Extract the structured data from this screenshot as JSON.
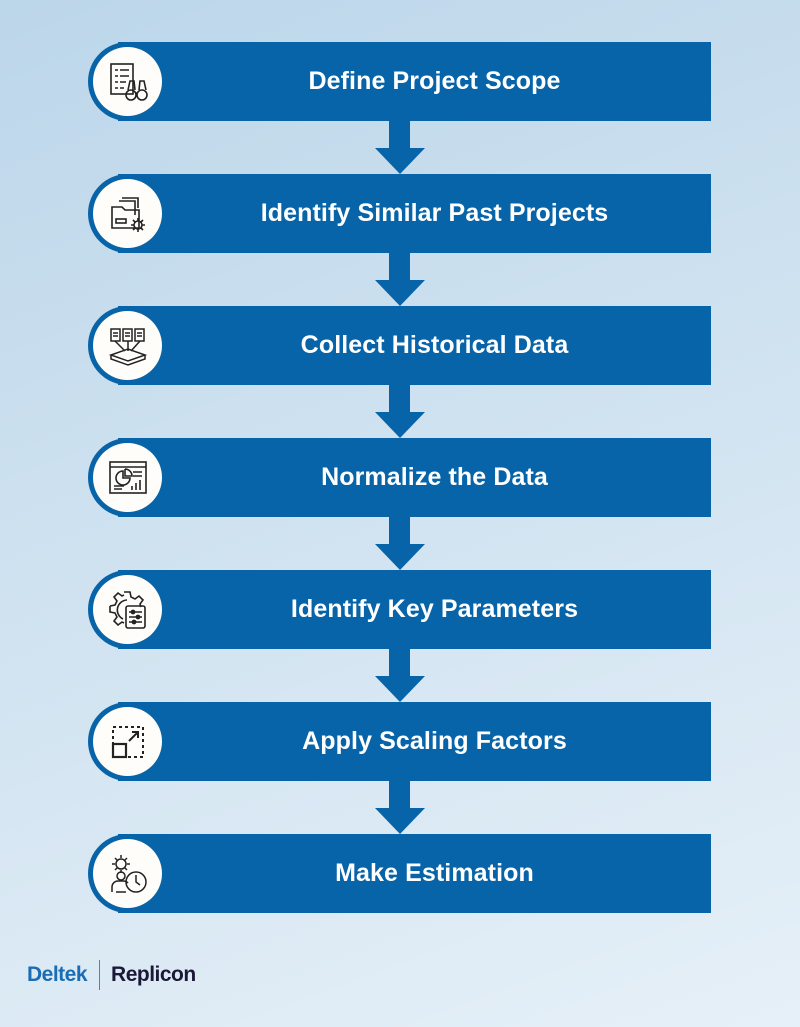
{
  "steps": [
    {
      "label": "Define Project Scope",
      "icon": "checklist-binoculars-icon"
    },
    {
      "label": "Identify Similar Past Projects",
      "icon": "folder-gear-icon"
    },
    {
      "label": "Collect Historical Data",
      "icon": "documents-inbox-icon"
    },
    {
      "label": "Normalize the Data",
      "icon": "dashboard-chart-icon"
    },
    {
      "label": "Identify Key Parameters",
      "icon": "gear-sliders-icon"
    },
    {
      "label": "Apply Scaling Factors",
      "icon": "resize-scale-icon"
    },
    {
      "label": "Make Estimation",
      "icon": "person-gear-clock-icon"
    }
  ],
  "logo": {
    "primary": "Deltek",
    "secondary": "Replicon"
  },
  "colors": {
    "bar": "#0864a8",
    "text": "#ffffff",
    "logo_primary": "#1a6db4",
    "logo_secondary": "#1b1838"
  }
}
